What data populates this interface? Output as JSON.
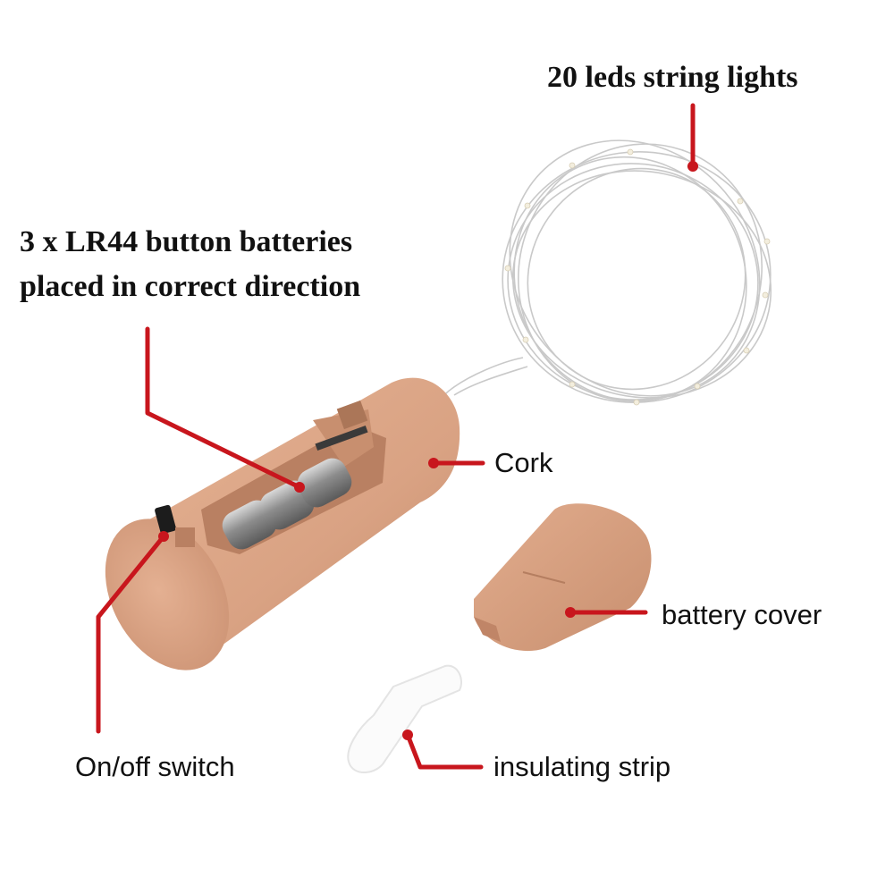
{
  "labels": {
    "string_lights": "20 leds string lights",
    "batteries_line1": "3 x LR44 button batteries",
    "batteries_line2": "placed in correct direction",
    "cork": "Cork",
    "battery_cover": "battery cover",
    "switch": "On/off switch",
    "strip": "insulating strip"
  },
  "colors": {
    "pointer": "#c8161d",
    "cork_body": "#d9a283",
    "cork_shadow": "#c58c6b",
    "battery_metal": "#8d8d8d",
    "wire": "#c9c9c9"
  }
}
